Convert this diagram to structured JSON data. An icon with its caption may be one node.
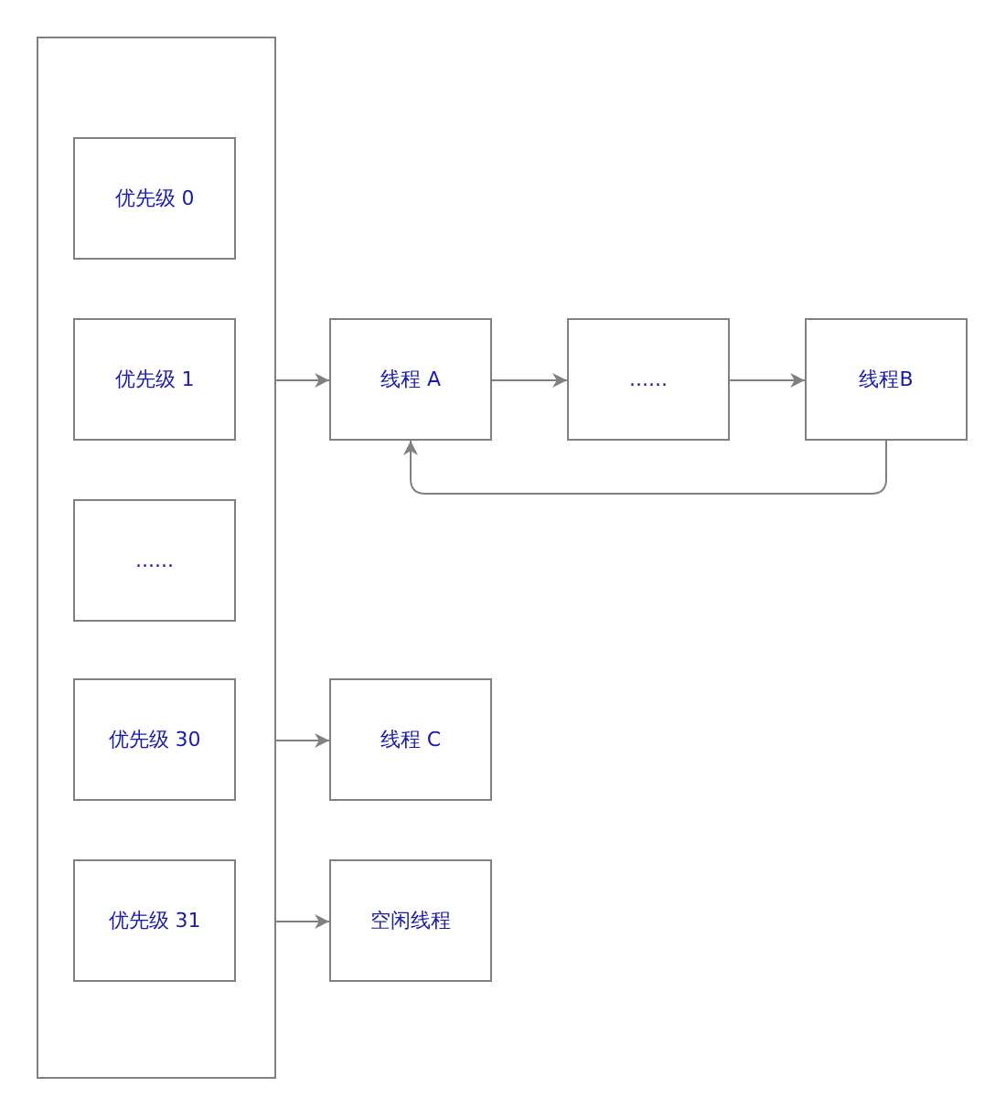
{
  "diagram": {
    "nodes": [
      {
        "text": [],
        "shape": "box"
      },
      {
        "text": [
          "优先级 0"
        ],
        "in": 0
      },
      {
        "text": [
          "优先级 1"
        ],
        "in": 0
      },
      {
        "text": [
          "......"
        ],
        "in": 0
      },
      {
        "text": [
          "优先级 30"
        ],
        "in": 0
      },
      {
        "text": [
          "优先级 31"
        ],
        "in": 0
      },
      {
        "text": [
          "线程 A"
        ]
      },
      {
        "text": [
          "......"
        ]
      },
      {
        "text": [
          "线程B"
        ]
      },
      {
        "text": [
          "线程 C"
        ]
      },
      {
        "text": [
          "空闲线程"
        ]
      }
    ],
    "edges": [
      {
        "from": 2,
        "to": 6,
        "arrow": "to"
      },
      {
        "from": 6,
        "to": 7,
        "arrow": "to"
      },
      {
        "from": 7,
        "to": 8,
        "arrow": "to"
      },
      {
        "from": 8,
        "to": 6,
        "arrow": "to"
      },
      {
        "from": 4,
        "to": 9,
        "arrow": "to"
      },
      {
        "from": 5,
        "to": 10,
        "arrow": "to"
      }
    ]
  }
}
